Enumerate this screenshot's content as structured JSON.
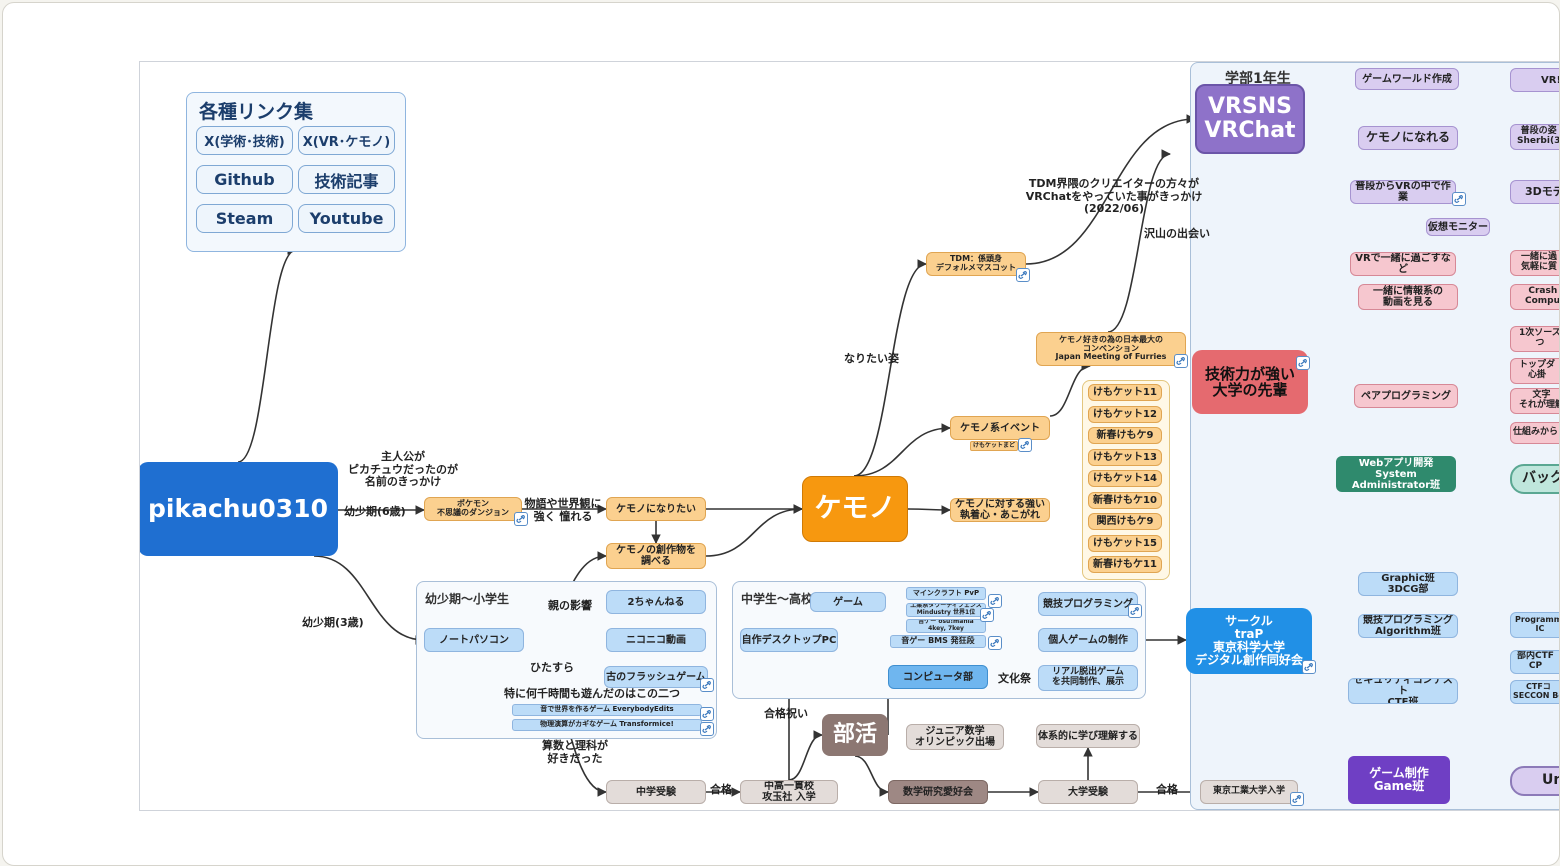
{
  "links": {
    "title": "各種リンク集",
    "items": [
      "X(学術･技術)",
      "X(VR･ケモノ)",
      "Github",
      "技術記事",
      "Steam",
      "Youtube"
    ]
  },
  "groups": {
    "childhood": "幼少期〜小学生",
    "middlehigh": "中学生〜高校生",
    "univ": "学部1年生"
  },
  "nodes": {
    "root": "pikachu0310",
    "kemono": "ケモノ",
    "bukatsu": "部活",
    "pokemon": "ポケモン\n不思議のダンジョン",
    "naritai": "ケモノになりたい",
    "sousaku": "ケモノの創作物を\n調べる",
    "notepc": "ノートパソコン",
    "ch2": "2ちゃんねる",
    "nico": "ニコニコ動画",
    "flash": "古のフラッシュゲーム",
    "everybody": "音で世界を作るゲーム EverybodyEdits",
    "transformice": "物理演算がカギなゲーム Transformice!",
    "jukenChu": "中学受験",
    "kouyou": "中高一貫校\n攻玉社 入学",
    "desktop": "自作デスクトップPC",
    "game": "ゲーム",
    "minecraft": "マインクラフト PvP",
    "mindustry": "工業系タワーディフェンス\nMindustry 世界1位",
    "bms": "音ゲー BMS 発狂段",
    "osu": "音ゲー osu!mania\n4key, 7key",
    "computerBu": "コンピュータ部",
    "kyopro": "競技プログラミング",
    "kojinGame": "個人ゲームの制作",
    "realEscape": "リアル脱出ゲーム\nを共同制作、展示",
    "junior": "ジュニア数学\nオリンピック出場",
    "suken": "数学研究愛好会",
    "taikei": "体系的に学び理解する",
    "jukenDai": "大学受験",
    "tokodai": "東京工業大学入学",
    "tdm": "TDM：係頭身\nデフォルメマスコット",
    "jmof": "ケモノ好きの為の日本最大の\nコンベンション\nJapan Meeting of Furries",
    "event": "ケモノ系イベント",
    "eventSub": "けもケットまど",
    "akogare": "ケモノに対する強い\n執着心・あこがれ",
    "vrsns": "VRSNS\nVRChat",
    "senpai": "技術力が強い\n大学の先輩",
    "trap": "サークル\ntraP\n東京科学大学\nデジタル創作同好会",
    "webapp": "Webアプリ開発\nSystem Administrator班",
    "back": "バック",
    "graphic": "Graphic班\n3DCG部",
    "kyoproHan": "競技プログラミング\nAlgorithm班",
    "ctf": "セキュリティコンテスト\nCTF班",
    "gameHan": "ゲーム制作\nGame班",
    "unity": "Un",
    "gameWorld": "ゲームワールド作成",
    "naru": "ケモノになれる",
    "fudan": "普段からVRの中で作業",
    "kasou": "仮想モニター",
    "vrIssho": "VRで一緒に過ごすなど",
    "jouhou": "一緒に情報系の\n動画を見る",
    "pair": "ペアプログラミング",
    "vrR": "VR!",
    "fudanNo": "普段の姿\nSherbi(3",
    "model3d": "3Dモデ",
    "isshoNi": "一緒に過\n気軽に質",
    "crash": "Crash C\nCompute",
    "source1": "1次ソース\nつ",
    "topdown": "トップダ\n心掛",
    "moji": "文字\nそれが理解",
    "shikumi": "仕組みから",
    "programming": "Programmi\nIC",
    "bunaiCtf": "部内CTF\nCP",
    "ctfSeccon": "CTFコ\nSECCON Be"
  },
  "kemoket": [
    "けもケット11",
    "けもケット12",
    "新春けもケ9",
    "けもケット13",
    "けもケット14",
    "新春けもケ10",
    "関西けもケ9",
    "けもケット15",
    "新春けもケ11"
  ],
  "labels": {
    "shujinko": "主人公が\nピカチュウだったのが\n名前のきっかけ",
    "age6": "幼少期(6歳)",
    "age3": "幼少期(3歳)",
    "monogatari": "物語や世界観に\n強く 憧れる",
    "oya": "親の影響",
    "hitasura": "ひたすら",
    "tokuni": "特に何千時間も遊んだのはこの二つ",
    "sansu": "算数と理科が\n好きだった",
    "goukaku1": "合格",
    "goukaku2": "合格",
    "goukakuIwai": "合格祝い",
    "bunkasai": "文化祭",
    "naritaiSugata": "なりたい姿",
    "tdmCreators": "TDM界隈のクリエイターの方々が\nVRChatをやっていた事がきっかけ\n(2022/06)",
    "takusan": "沢山の出会い"
  },
  "colors": {
    "root": "#1f6fd1",
    "kemono": "#f7980f",
    "bukatsu": "#8c7772",
    "vrsns": "#8e72c9",
    "senpai": "#e56a6f",
    "trap": "#2190e6",
    "webapp": "#2f8a6d",
    "gameHan": "#6f3fc4",
    "edge": "#333333"
  }
}
